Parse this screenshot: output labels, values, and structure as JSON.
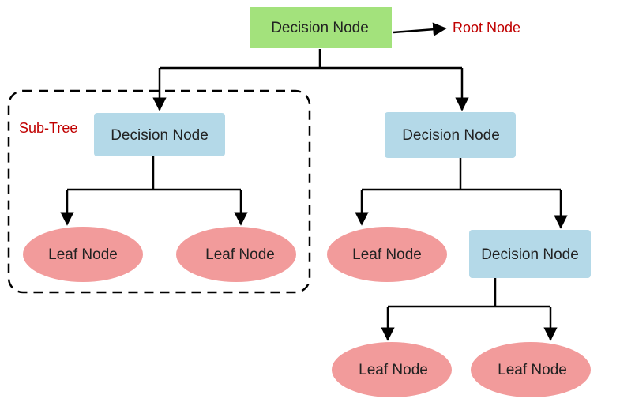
{
  "colors": {
    "root_fill": "#a3e27c",
    "decision_fill": "#b4d9e8",
    "leaf_fill": "#f29b9b",
    "annotation_text": "#c00000",
    "line": "#000000"
  },
  "root": {
    "label": "Decision Node",
    "annotation": "Root Node"
  },
  "subtree": {
    "annotation": "Sub-Tree",
    "decision": {
      "label": "Decision Node"
    },
    "leaves": [
      {
        "label": "Leaf Node"
      },
      {
        "label": "Leaf Node"
      }
    ]
  },
  "right": {
    "decision": {
      "label": "Decision Node"
    },
    "leaf": {
      "label": "Leaf Node"
    },
    "child_decision": {
      "label": "Decision Node"
    },
    "child_leaves": [
      {
        "label": "Leaf Node"
      },
      {
        "label": "Leaf Node"
      }
    ]
  }
}
